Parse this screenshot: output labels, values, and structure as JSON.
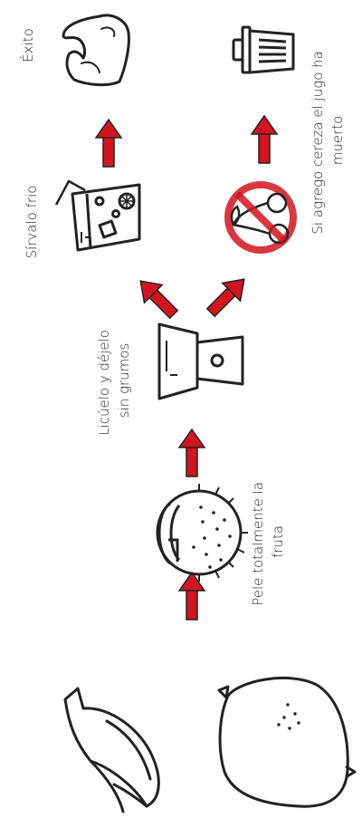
{
  "diagram": {
    "steps": {
      "peel": [
        "Pele totalmente la",
        "fruta"
      ],
      "blend": [
        "Licúelo y déjelo",
        "sin grumos"
      ],
      "serve": [
        "Sírvalo frio"
      ],
      "success": [
        "Éxito"
      ],
      "cherry_warning": [
        "Si agrego cereza el jugo ha",
        "muerto"
      ]
    },
    "icons": {
      "banana": "banana-icon",
      "lemon": "lemon-icon",
      "rambutan": "rambutan-icon",
      "blender": "blender-icon",
      "juice": "juice-glass-icon",
      "no_cherry": "no-cherry-icon",
      "muscle": "flexed-arm-icon",
      "trash": "trash-can-icon"
    },
    "colors": {
      "arrow": "#d4141f",
      "stroke": "#222222"
    }
  }
}
